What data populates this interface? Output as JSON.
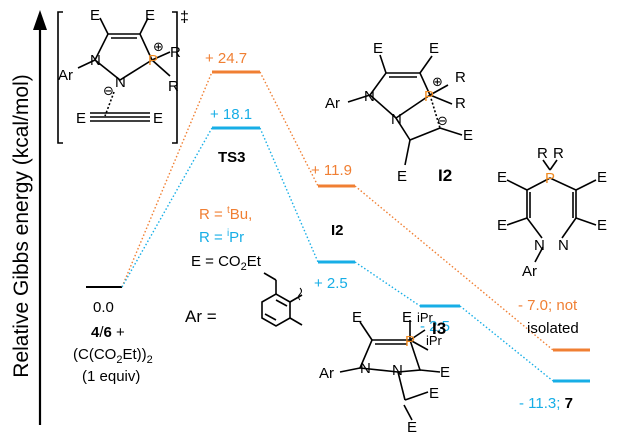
{
  "axis": {
    "ylabel": "Relative Gibbs energy (kcal/mol)"
  },
  "colors": {
    "tbu": "#f07f33",
    "ipr": "#17aee6",
    "black": "#000000",
    "phosphorus": "#f08a20"
  },
  "levels": {
    "start": {
      "value": "0.0",
      "name_a": "4/6 +",
      "name_b": "(C(CO2Et))2",
      "name_c": "(1 equiv)"
    },
    "ts_tbu": {
      "label": "+ 24.7"
    },
    "ts_ipr": {
      "label": "+ 18.1"
    },
    "ts_name": "TS3",
    "i2_tbu": {
      "label": "+ 11.9"
    },
    "i2_ipr": {
      "label": "+ 2.5"
    },
    "i2_name": "I2",
    "i3_ipr": {
      "label": "- 2.5"
    },
    "p_tbu": {
      "label_a": "- 7.0; not",
      "label_b": "isolated"
    },
    "p_ipr": {
      "label": "- 11.3;",
      "name": "7"
    }
  },
  "legend": {
    "r_tbu": "R = ",
    "r_tbu_sup": "t",
    "r_tbu_tail": "Bu,",
    "r_ipr": "R = ",
    "r_ipr_sup": "i",
    "r_ipr_tail": "Pr",
    "e_def": "E = CO",
    "e_def_sub": "2",
    "e_def_tail": "Et",
    "ar_label": "Ar ="
  },
  "structures": {
    "i2_title": "I2",
    "i3_title": "I3",
    "ts_dagger": "‡",
    "atom_E": "E",
    "atom_N": "N",
    "atom_P": "P",
    "atom_R": "R",
    "atom_Ar": "Ar",
    "ipr_text": "iPr",
    "plus": "⊕",
    "minus": "⊖"
  }
}
